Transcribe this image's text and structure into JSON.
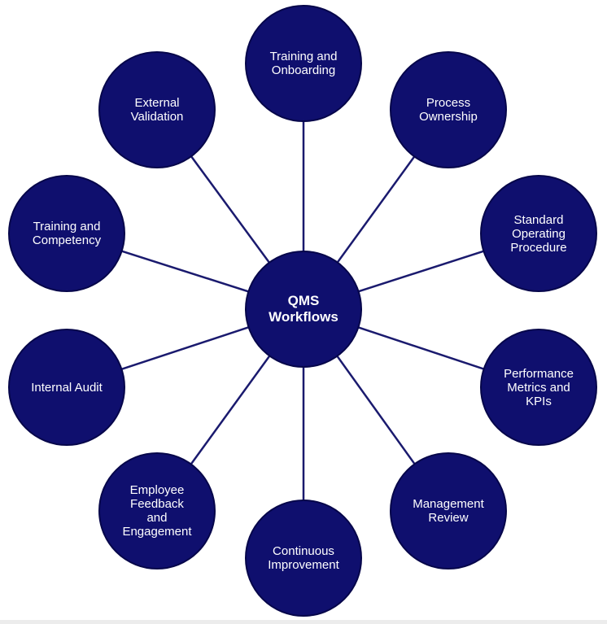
{
  "diagram": {
    "center": {
      "label": "QMS\nWorkflows"
    },
    "nodes": [
      {
        "id": "training-onboarding",
        "label": "Training and\nOnboarding"
      },
      {
        "id": "process-ownership",
        "label": "Process\nOwnership"
      },
      {
        "id": "standard-operating-procedure",
        "label": "Standard\nOperating\nProcedure"
      },
      {
        "id": "performance-metrics-kpis",
        "label": "Performance\nMetrics and\nKPIs"
      },
      {
        "id": "management-review",
        "label": "Management\nReview"
      },
      {
        "id": "continuous-improvement",
        "label": "Continuous\nImprovement"
      },
      {
        "id": "employee-feedback-engagement",
        "label": "Employee\nFeedback\nand\nEngagement"
      },
      {
        "id": "internal-audit",
        "label": "Internal Audit"
      },
      {
        "id": "training-competency",
        "label": "Training and\nCompetency"
      },
      {
        "id": "external-validation",
        "label": "External\nValidation"
      }
    ],
    "colors": {
      "node_fill": "#0f0f6e",
      "node_border": "#06064a",
      "connector": "#1a1a6e",
      "text": "#ffffff"
    }
  }
}
